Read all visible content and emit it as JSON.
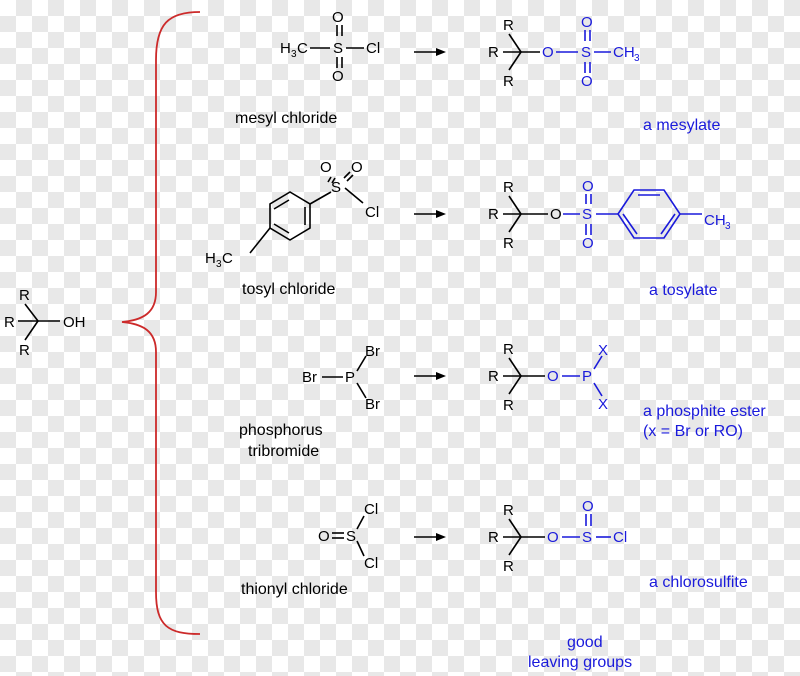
{
  "colors": {
    "product": "#1a1adb",
    "brace": "#cc2a2a",
    "ink": "#000000"
  },
  "alcohol": {
    "r_top": "R",
    "r_left": "R",
    "r_bottom": "R",
    "oh": "OH"
  },
  "reagents": [
    {
      "name": "mesyl chloride",
      "formula_atoms": [
        "H",
        "3",
        "C",
        "S",
        "O",
        "O",
        "Cl"
      ]
    },
    {
      "name": "tosyl chloride",
      "formula_atoms": [
        "S",
        "O",
        "O",
        "Cl",
        "H",
        "3",
        "C"
      ]
    },
    {
      "name_line1": "phosphorus",
      "name_line2": "tribromide",
      "formula_atoms": [
        "Br",
        "P",
        "Br",
        "Br"
      ]
    },
    {
      "name": "thionyl chloride",
      "formula_atoms": [
        "O",
        "S",
        "Cl",
        "Cl"
      ]
    }
  ],
  "products": [
    {
      "name": "a mesylate",
      "atoms": [
        "R",
        "R",
        "R",
        "O",
        "S",
        "O",
        "O",
        "CH",
        "3"
      ]
    },
    {
      "name": "a tosylate",
      "atoms": [
        "R",
        "R",
        "R",
        "O",
        "S",
        "O",
        "O",
        "CH",
        "3"
      ]
    },
    {
      "name_line1": "a phosphite ester",
      "name_line2": "(x = Br or RO)",
      "atoms": [
        "R",
        "R",
        "R",
        "O",
        "P",
        "X",
        "X"
      ]
    },
    {
      "name": "a chlorosulfite",
      "atoms": [
        "R",
        "R",
        "R",
        "O",
        "S",
        "O",
        "Cl"
      ]
    }
  ],
  "footer": {
    "line1": "good",
    "line2": "leaving groups"
  }
}
